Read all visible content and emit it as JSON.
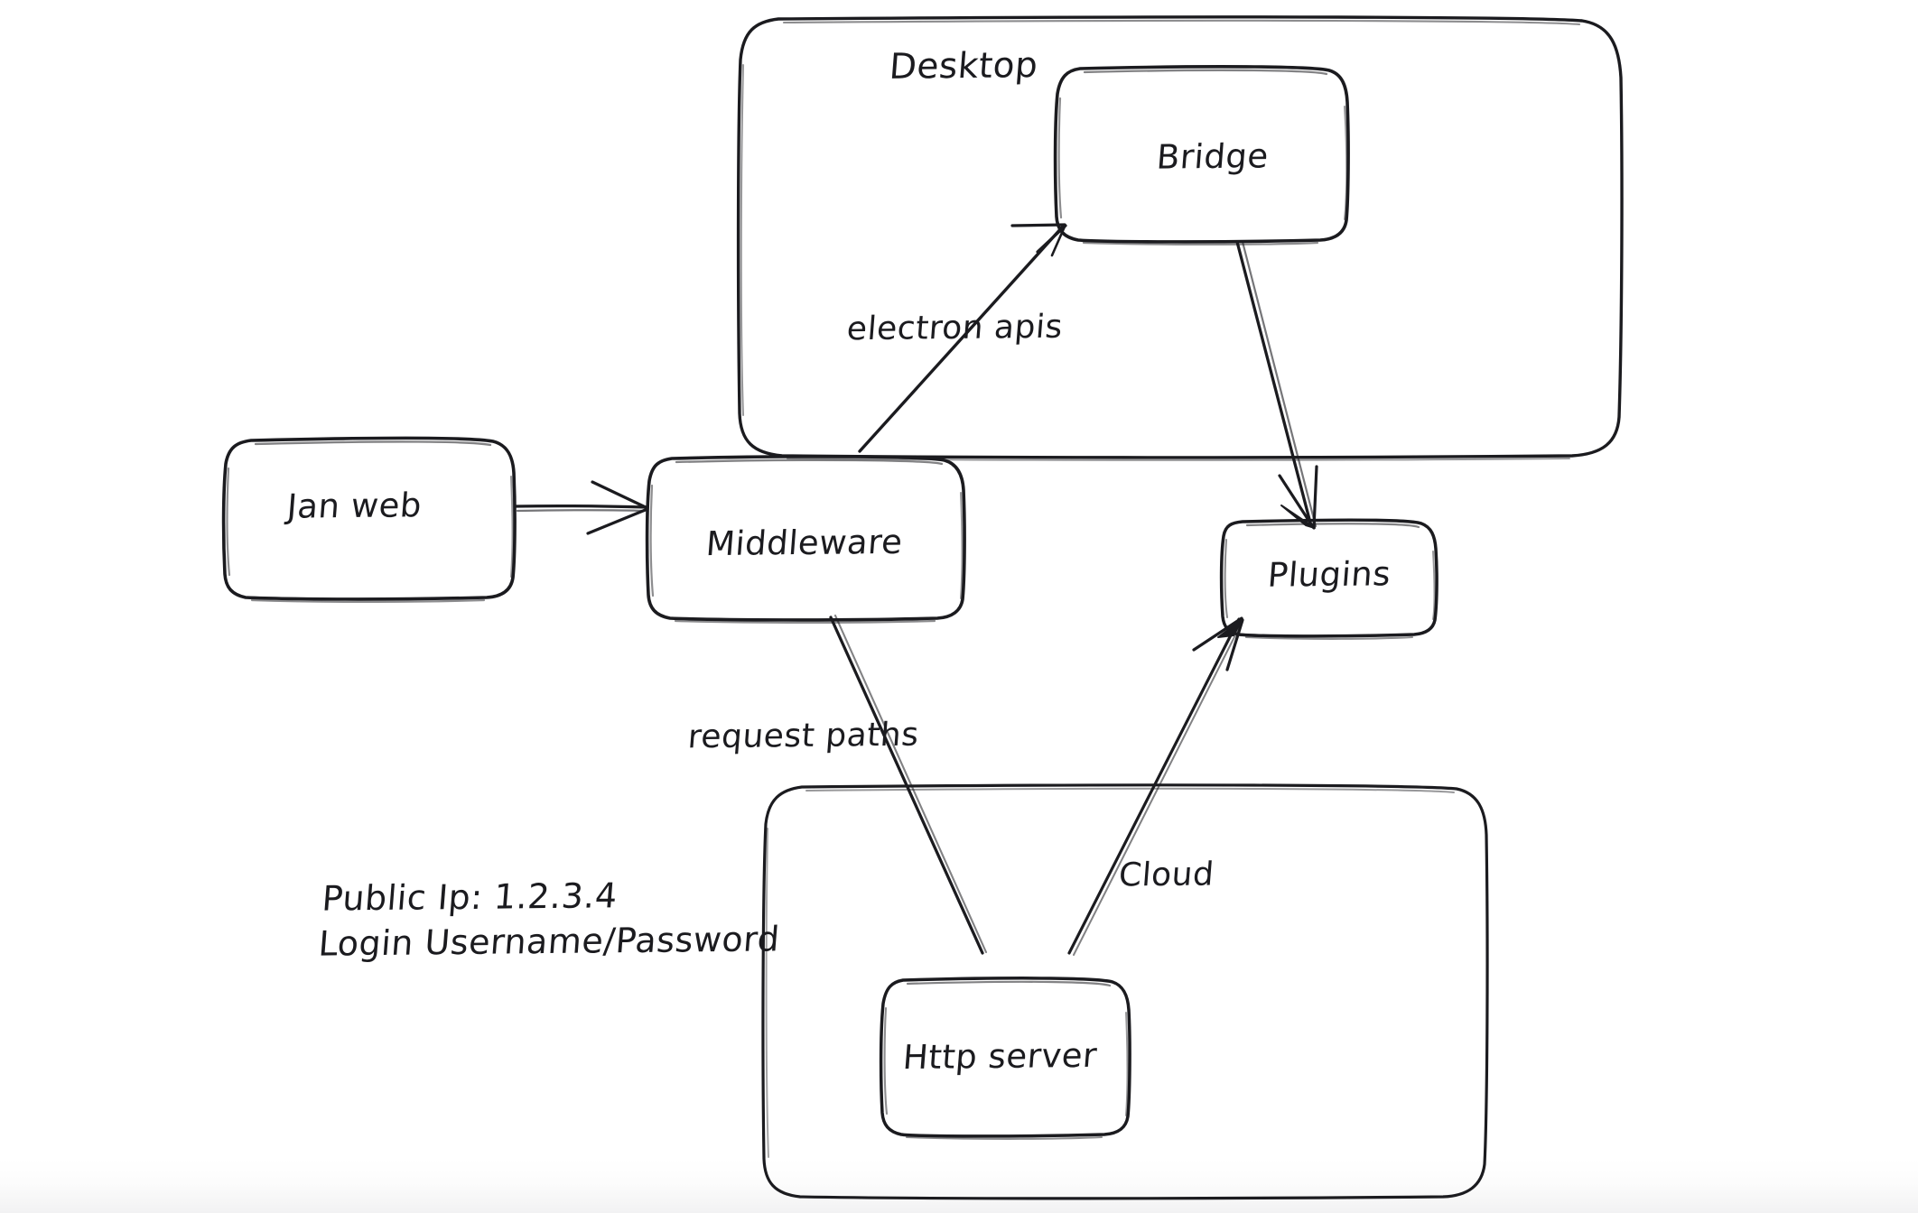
{
  "diagram": {
    "type": "architecture-flow",
    "title_visible": false,
    "background_color": "#ffffff",
    "stroke_color": "#1b1b1f",
    "style": "hand-drawn sketch"
  },
  "groups": [
    {
      "id": "desktop",
      "label": "Desktop",
      "contains": [
        "bridge"
      ]
    },
    {
      "id": "cloud_group",
      "label": "",
      "contains": [
        "http_server"
      ]
    }
  ],
  "nodes": [
    {
      "id": "jan_web",
      "label": "Jan web"
    },
    {
      "id": "middleware",
      "label": "Middleware"
    },
    {
      "id": "bridge",
      "label": "Bridge"
    },
    {
      "id": "plugins",
      "label": "Plugins"
    },
    {
      "id": "http_server",
      "label": "Http server"
    }
  ],
  "edges": [
    {
      "id": "e1",
      "from": "jan_web",
      "to": "middleware",
      "label": "",
      "arrow": true
    },
    {
      "id": "e2",
      "from": "middleware",
      "to": "bridge",
      "label": "electron apis",
      "arrow": true
    },
    {
      "id": "e3",
      "from": "bridge",
      "to": "plugins",
      "label": "",
      "arrow": true
    },
    {
      "id": "e4",
      "from": "middleware",
      "to": "http_server",
      "label": "request paths",
      "arrow": false
    },
    {
      "id": "e5",
      "from": "http_server",
      "to": "plugins",
      "label": "Cloud",
      "arrow": true
    }
  ],
  "notes": {
    "credentials": {
      "line1": "Public Ip: 1.2.3.4",
      "line2": "Login Username/Password"
    }
  }
}
